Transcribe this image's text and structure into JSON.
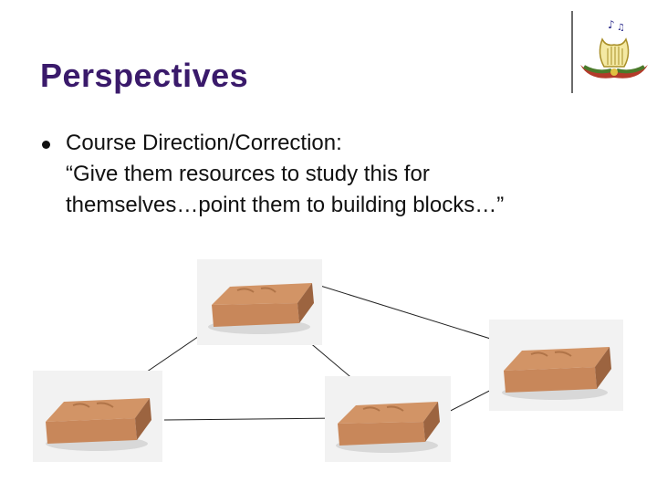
{
  "slide": {
    "title": "Perspectives",
    "bullet": {
      "lines": [
        "Course Direction/Correction:",
        "“Give them resources to study this for",
        "themselves…point them to building blocks…”"
      ]
    }
  },
  "colors": {
    "title": "#3a1a6b",
    "brick": "#c8875a",
    "brick_shadow": "#9c6440",
    "photo_bg": "#f2f2f2"
  },
  "icons": {
    "logo": "lyre-emblem-icon",
    "bullet": "bullet-dot-icon"
  }
}
